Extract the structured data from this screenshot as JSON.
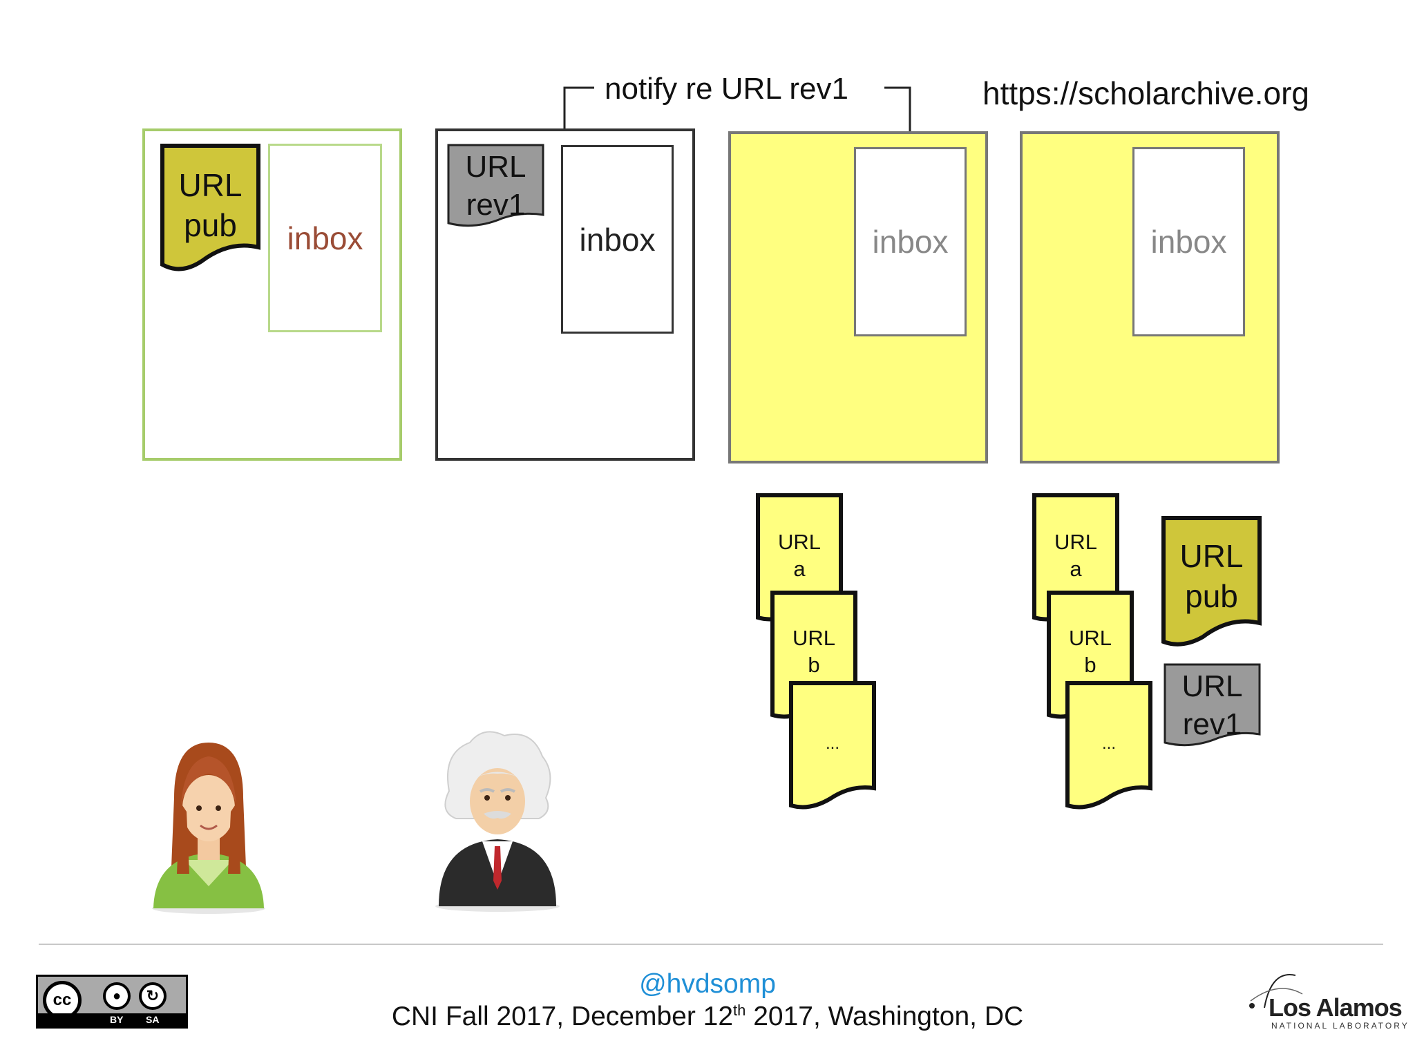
{
  "annotations": {
    "notify": "notify re URL rev1",
    "url": "https://scholarchive.org"
  },
  "panels": [
    {
      "inbox_label": "inbox",
      "inbox_color": "#9a4c36",
      "border": "#9ccc65",
      "fill": "#ffffff"
    },
    {
      "inbox_label": "inbox",
      "inbox_color": "#222222",
      "border": "#333333",
      "fill": "#ffffff"
    },
    {
      "inbox_label": "inbox",
      "inbox_color": "#888888",
      "border": "#777777",
      "fill": "#ffff80"
    },
    {
      "inbox_label": "inbox",
      "inbox_color": "#888888",
      "border": "#777777",
      "fill": "#ffff80"
    }
  ],
  "docs": {
    "pub_line1": "URL",
    "pub_line2": "pub",
    "rev1_line1": "URL",
    "rev1_line2": "rev1",
    "a_line1": "URL",
    "a_line2": "a",
    "b_line1": "URL",
    "b_line2": "b",
    "ellipsis": "..."
  },
  "colors": {
    "olive": "#cfc63a",
    "yellow": "#ffff80",
    "gray": "#9a9a9a"
  },
  "footer": {
    "handle": "@hvdsomp",
    "conference_pre": "CNI Fall 2017, December 12",
    "conference_sup": "th",
    "conference_post": " 2017, Washington, DC",
    "license_by": "BY",
    "license_sa": "SA",
    "license_cc": "cc",
    "lab_name": "Los Alamos",
    "lab_sub": "NATIONAL LABORATORY"
  }
}
